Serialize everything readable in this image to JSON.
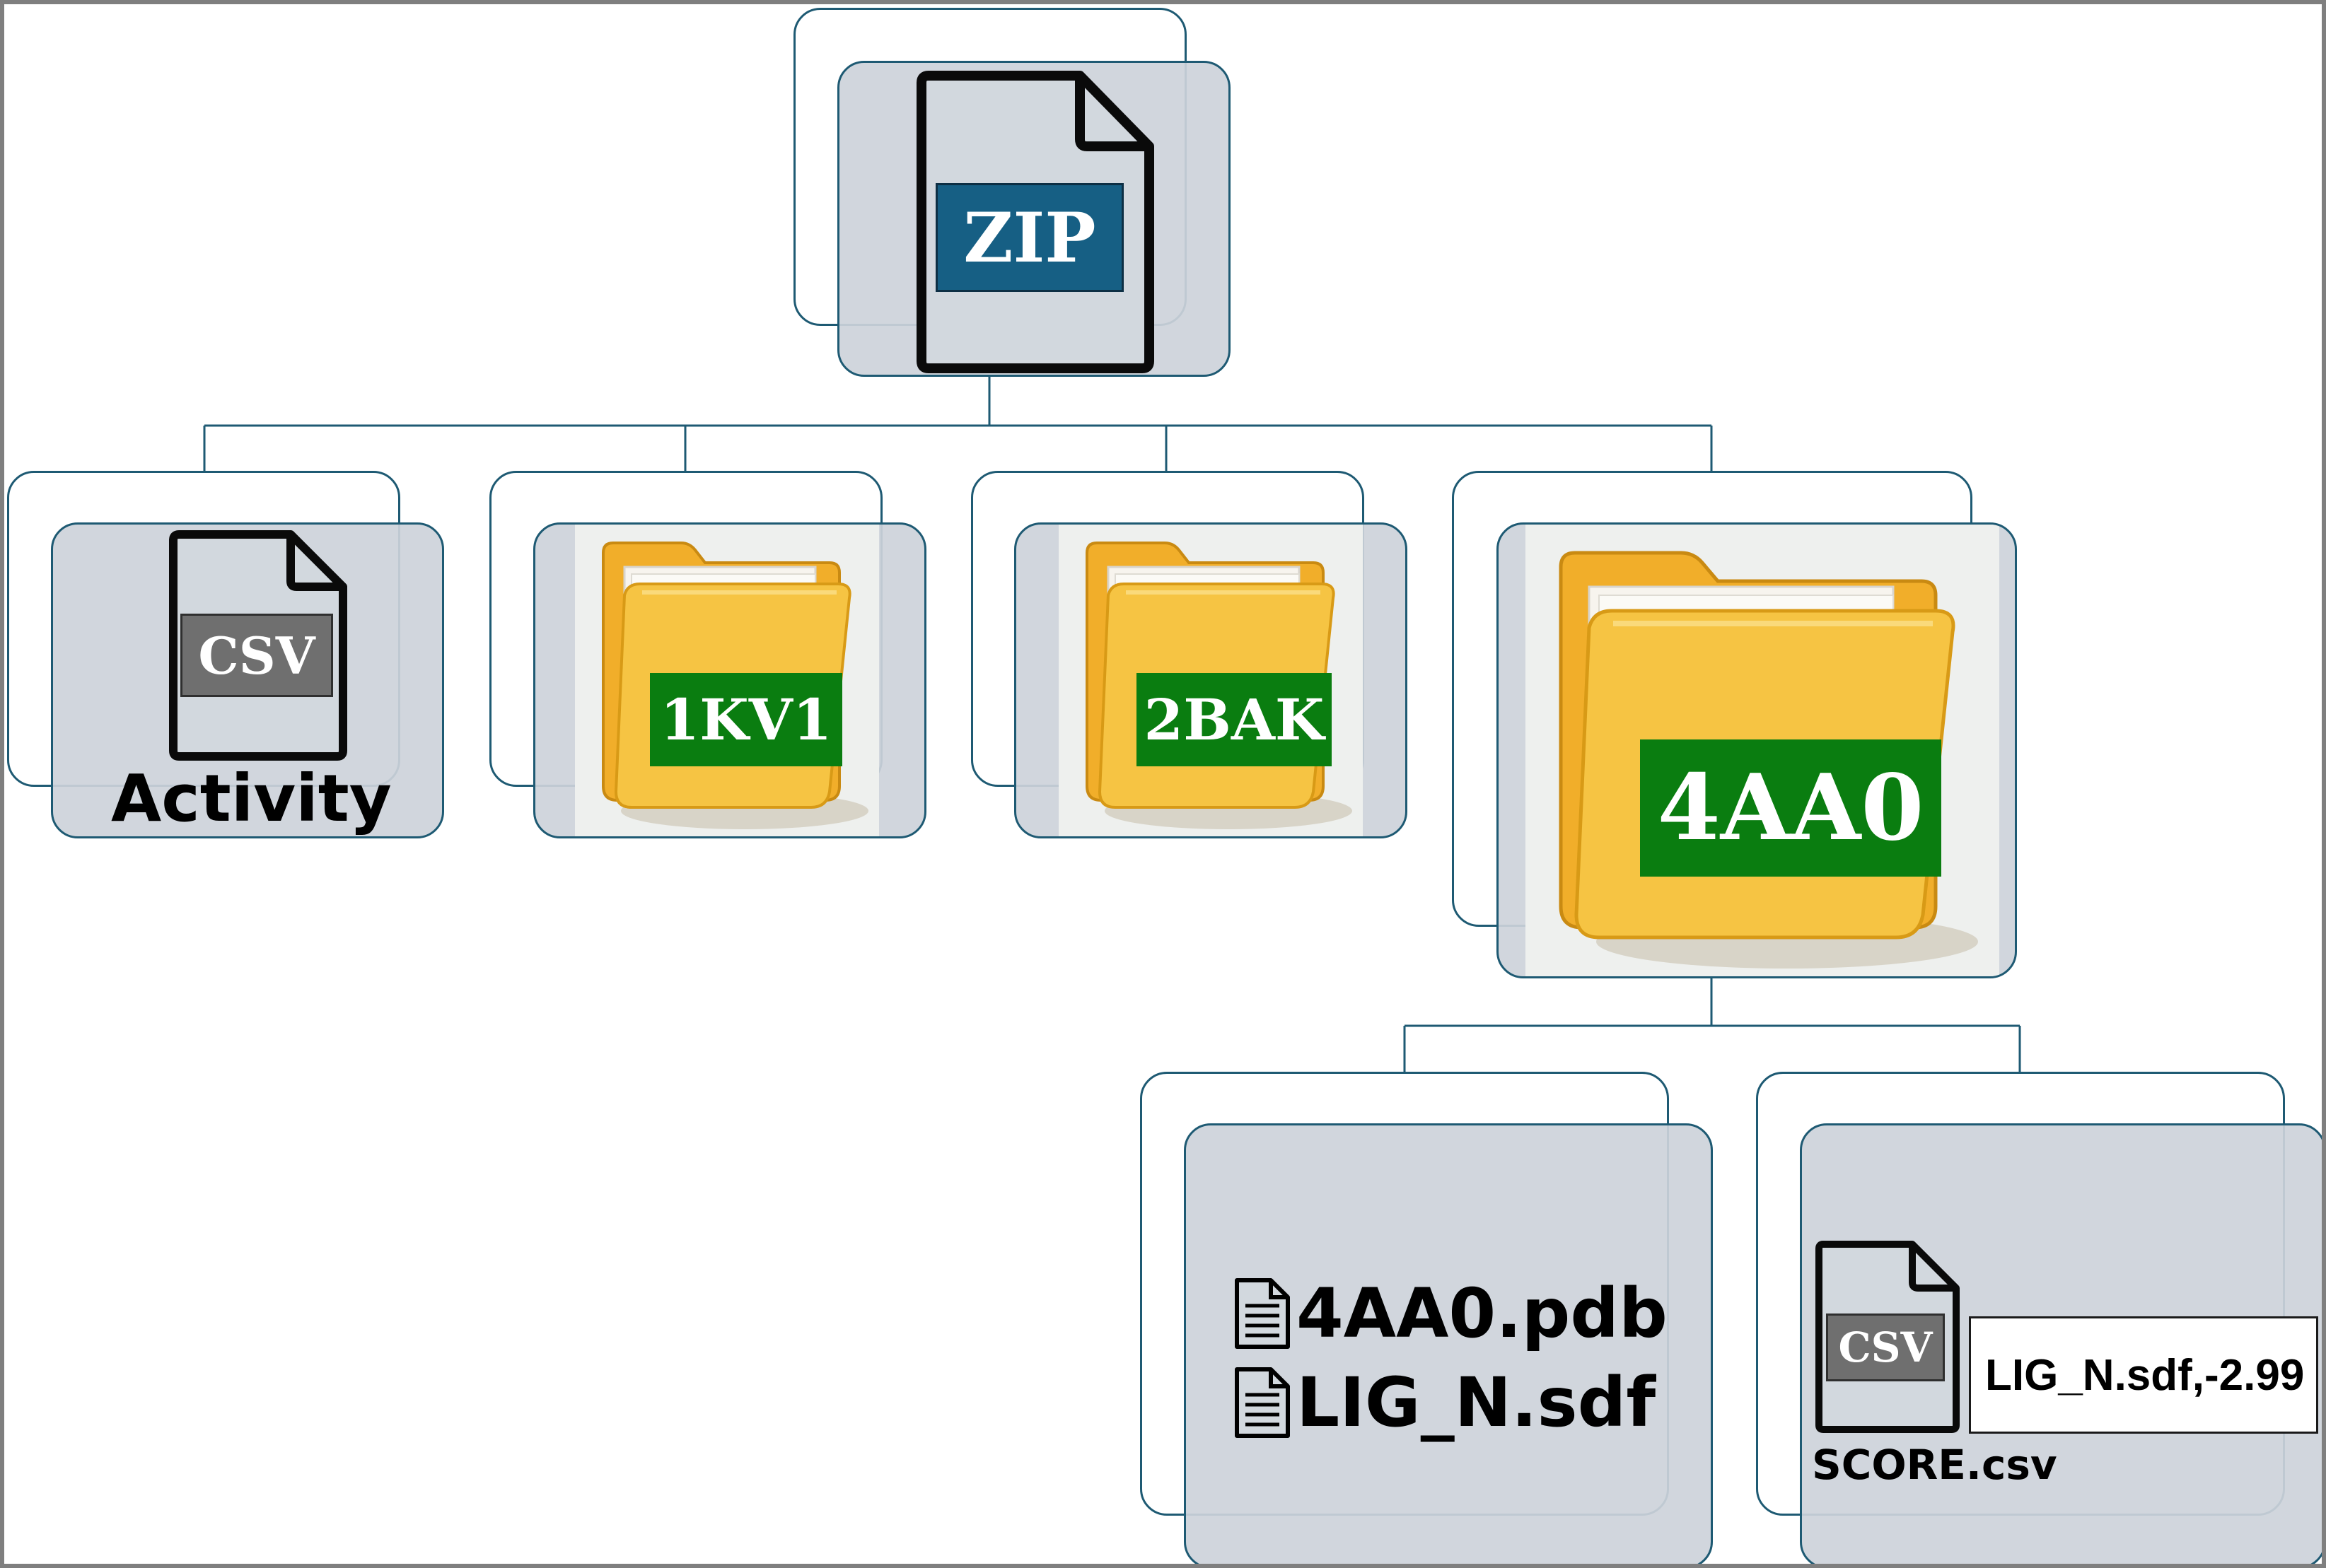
{
  "root": {
    "icon": "zip-document-icon",
    "tag": "ZIP"
  },
  "children": [
    {
      "id": "activity",
      "icon": "csv-document-icon",
      "tag": "CSV",
      "label": "Activity"
    },
    {
      "id": "1kv1",
      "icon": "folder-icon",
      "tag": "1KV1"
    },
    {
      "id": "2bak",
      "icon": "folder-icon",
      "tag": "2BAK"
    },
    {
      "id": "4aa0",
      "icon": "folder-icon",
      "tag": "4AA0"
    }
  ],
  "subchildren": {
    "files": [
      {
        "icon": "file-text-icon",
        "name": "4AA0.pdb"
      },
      {
        "icon": "file-text-icon",
        "name": "LIG_N.sdf"
      }
    ],
    "score": {
      "icon": "csv-document-icon",
      "tag": "CSV",
      "label": "SCORE.csv",
      "sample": "LIG_N.sdf,-2.99"
    }
  },
  "colors": {
    "connector": "#1e5a73",
    "node_fill": "#cdd3da",
    "zip_tag": "#165f84",
    "folder_tag": "#0a7d10",
    "csv_tag": "#6f6f6f",
    "folder": "#f3b52b"
  }
}
